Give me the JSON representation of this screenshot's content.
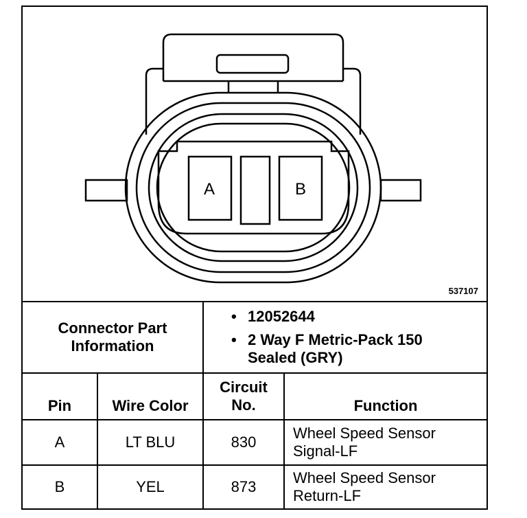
{
  "figure_id": "537107",
  "connector": {
    "pin_labels": [
      "A",
      "B"
    ]
  },
  "part_info": {
    "label_line1": "Connector Part",
    "label_line2": "Information",
    "bullet": "•",
    "items": [
      {
        "line1": "12052644",
        "line2": ""
      },
      {
        "line1": "2 Way F Metric-Pack 150",
        "line2": "Sealed (GRY)"
      }
    ]
  },
  "table": {
    "headers": {
      "pin": "Pin",
      "wire_color": "Wire Color",
      "circuit_line1": "Circuit",
      "circuit_line2": "No.",
      "function": "Function"
    },
    "rows": [
      {
        "pin": "A",
        "wire_color": "LT BLU",
        "circuit": "830",
        "function_line1": "Wheel Speed Sensor",
        "function_line2": "Signal-LF"
      },
      {
        "pin": "B",
        "wire_color": "YEL",
        "circuit": "873",
        "function_line1": "Wheel Speed Sensor",
        "function_line2": "Return-LF"
      }
    ]
  }
}
